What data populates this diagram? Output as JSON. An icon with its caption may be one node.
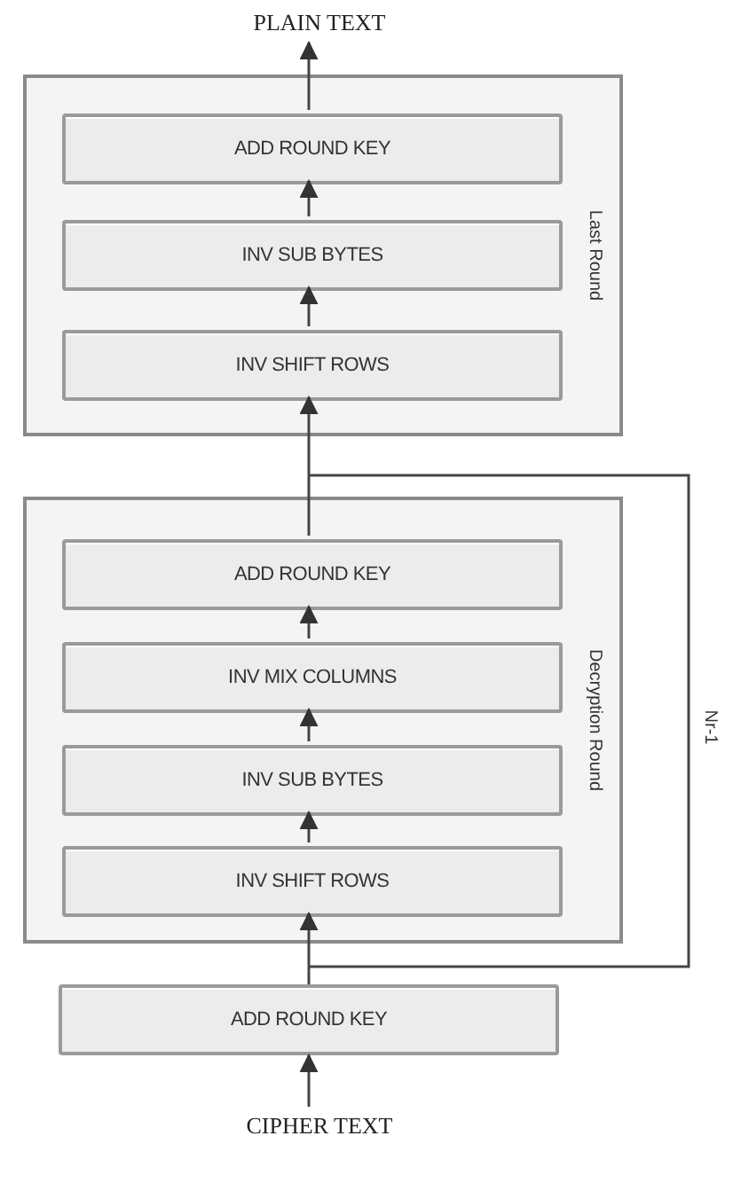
{
  "diagram": {
    "nodes": [
      {
        "text": [
          "PLAIN TEXT"
        ]
      },
      {
        "text": [
          "Last Round"
        ]
      },
      {
        "text": [
          "ADD ROUND KEY"
        ],
        "in": 1
      },
      {
        "text": [
          "INV SUB BYTES"
        ],
        "in": 1
      },
      {
        "text": [
          "INV SHIFT ROWS"
        ],
        "in": 1
      },
      {
        "text": [
          "Decryption Round"
        ]
      },
      {
        "text": [
          "ADD ROUND KEY"
        ],
        "in": 5
      },
      {
        "text": [
          "INV MIX COLUMNS"
        ],
        "in": 5
      },
      {
        "text": [
          "INV SUB BYTES"
        ],
        "in": 5
      },
      {
        "text": [
          "INV SHIFT ROWS"
        ],
        "in": 5
      },
      {
        "text": [
          "ADD ROUND KEY"
        ]
      },
      {
        "text": [
          "CIPHER TEXT"
        ]
      }
    ],
    "edges": [
      {
        "from": 11,
        "to": 10,
        "arrow": "to"
      },
      {
        "from": 10,
        "to": 9,
        "arrow": "to"
      },
      {
        "from": 9,
        "to": 8,
        "arrow": "to"
      },
      {
        "from": 8,
        "to": 7,
        "arrow": "to"
      },
      {
        "from": 7,
        "to": 6,
        "arrow": "to"
      },
      {
        "from": 6,
        "to": 4,
        "arrow": "to"
      },
      {
        "from": 4,
        "to": 3,
        "arrow": "to"
      },
      {
        "from": 3,
        "to": 2,
        "arrow": "to"
      },
      {
        "from": 2,
        "to": 0,
        "arrow": "to"
      }
    ],
    "labels": [
      "Nr-1"
    ]
  }
}
